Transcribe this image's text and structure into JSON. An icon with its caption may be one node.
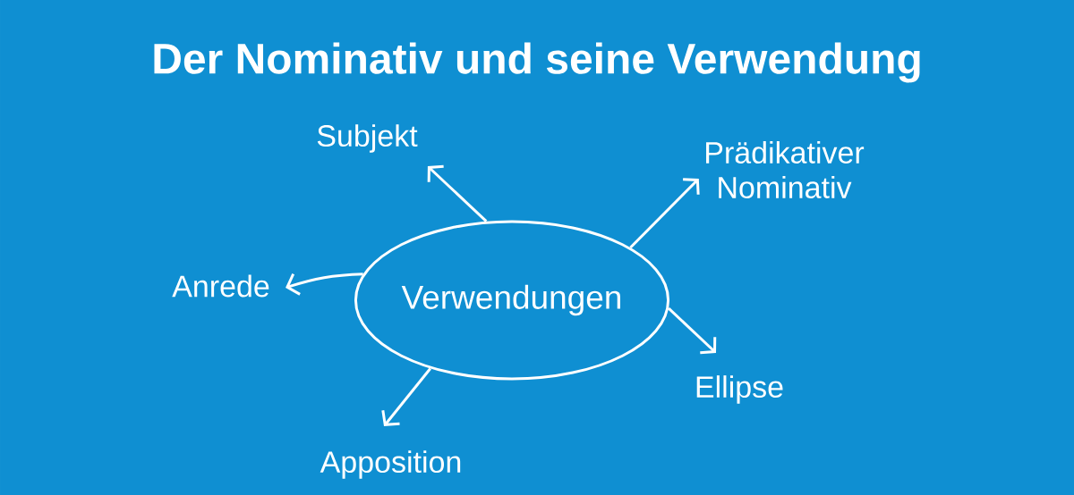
{
  "diagram": {
    "title": "Der Nominativ und seine Verwendung",
    "nodes": [
      {
        "text": [
          "Verwendungen"
        ]
      },
      {
        "text": [
          "Subjekt"
        ]
      },
      {
        "text": [
          "Prädikativer Nominativ"
        ]
      },
      {
        "text": [
          "Anrede"
        ]
      },
      {
        "text": [
          "Ellipse"
        ]
      },
      {
        "text": [
          "Apposition"
        ]
      }
    ],
    "edges": [
      {
        "from": 0,
        "to": 1,
        "arrow": "to"
      },
      {
        "from": 0,
        "to": 2,
        "arrow": "to"
      },
      {
        "from": 0,
        "to": 3,
        "arrow": "to"
      },
      {
        "from": 0,
        "to": 4,
        "arrow": "to"
      },
      {
        "from": 0,
        "to": 5,
        "arrow": "to"
      }
    ]
  }
}
